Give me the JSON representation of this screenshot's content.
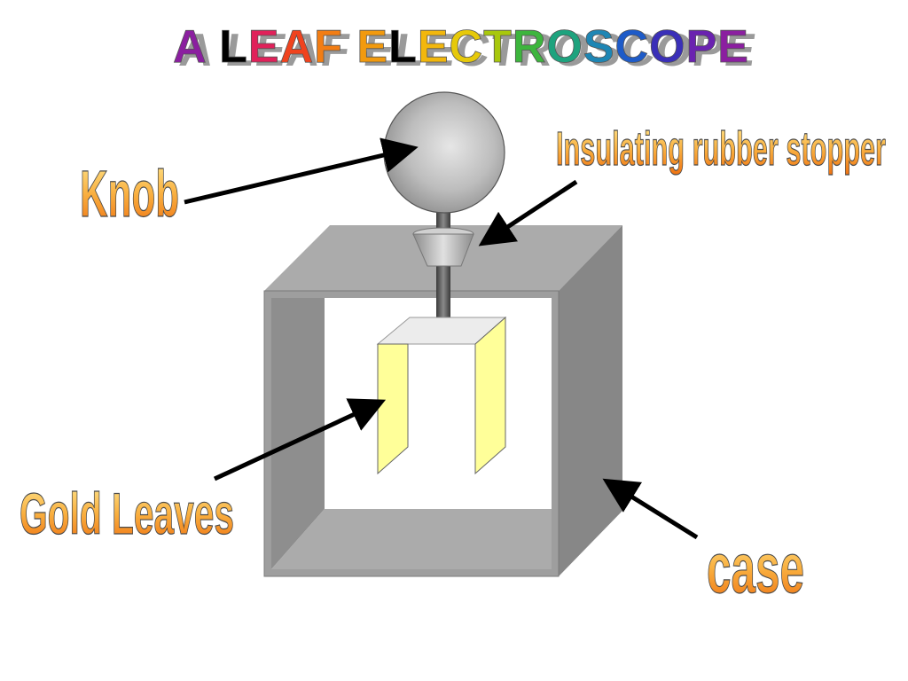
{
  "title": {
    "text": "A LEAF ELECTROSCOPE",
    "letter_colors": [
      "#8B1FA0",
      "#000000",
      "#E0215A",
      "#F0431E",
      "#F27D14",
      "#F29A0E",
      "#000000",
      "#F2B70C",
      "#E6C90A",
      "#A8C80C",
      "#3DB53D",
      "#1EA37E",
      "#1E86B4",
      "#1E5BC8",
      "#3A2FB8",
      "#6A22B0",
      "#8B1FA0",
      "#A0189C"
    ]
  },
  "labels": {
    "knob": "Knob",
    "stopper": "Insulating rubber stopper",
    "leaves": "Gold Leaves",
    "case": "case"
  },
  "colors": {
    "label_top": "#FFE07A",
    "label_bottom": "#F07A10",
    "case_top": "#ABABAB",
    "case_side": "#8A8A8A",
    "case_front": "#9E9E9E",
    "leaf": "#FFFF99",
    "knob": "#BFBFBF",
    "rod": "#555555",
    "arrow": "#000000"
  }
}
